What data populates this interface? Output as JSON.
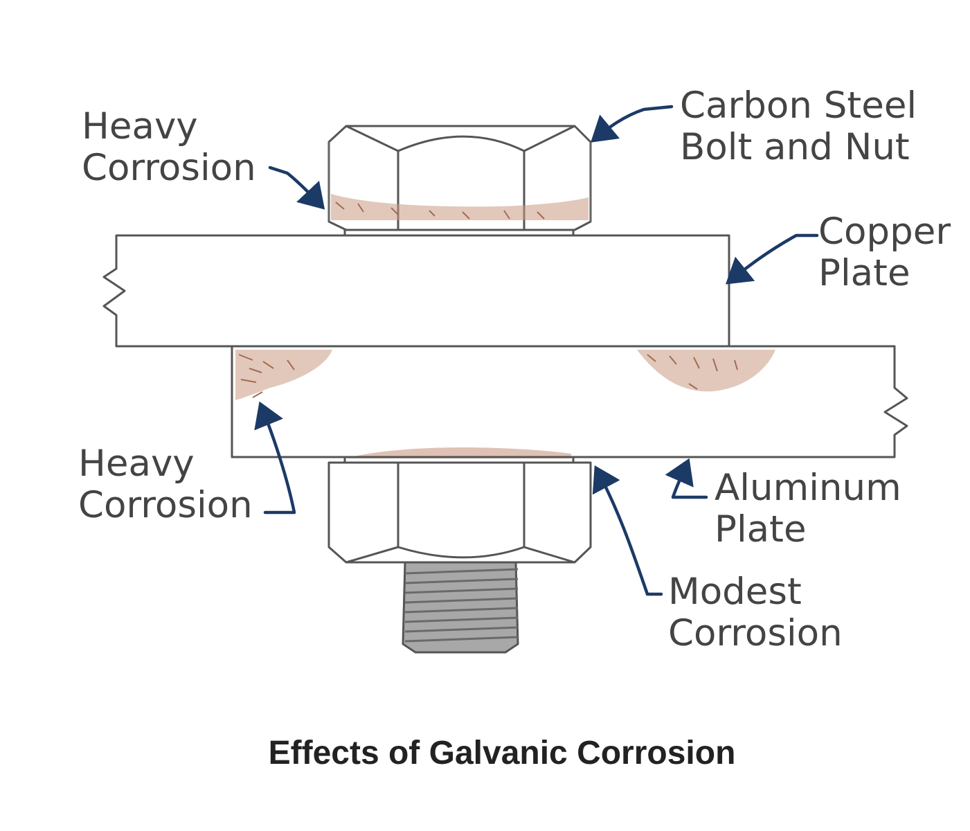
{
  "labels": {
    "heavy_top": [
      "Heavy",
      "Corrosion"
    ],
    "bolt_nut": [
      "Carbon Steel",
      "Bolt and Nut"
    ],
    "copper": [
      "Copper",
      "Plate"
    ],
    "heavy_bottom": [
      "Heavy",
      "Corrosion"
    ],
    "aluminum": [
      "Aluminum",
      "Plate"
    ],
    "modest": [
      "Modest",
      "Corrosion"
    ]
  },
  "title": "Effects of Galvanic Corrosion",
  "colors": {
    "arrow": "#1c3a66",
    "corrosion": "#b98870",
    "outline": "#555555",
    "text": "#444444"
  }
}
